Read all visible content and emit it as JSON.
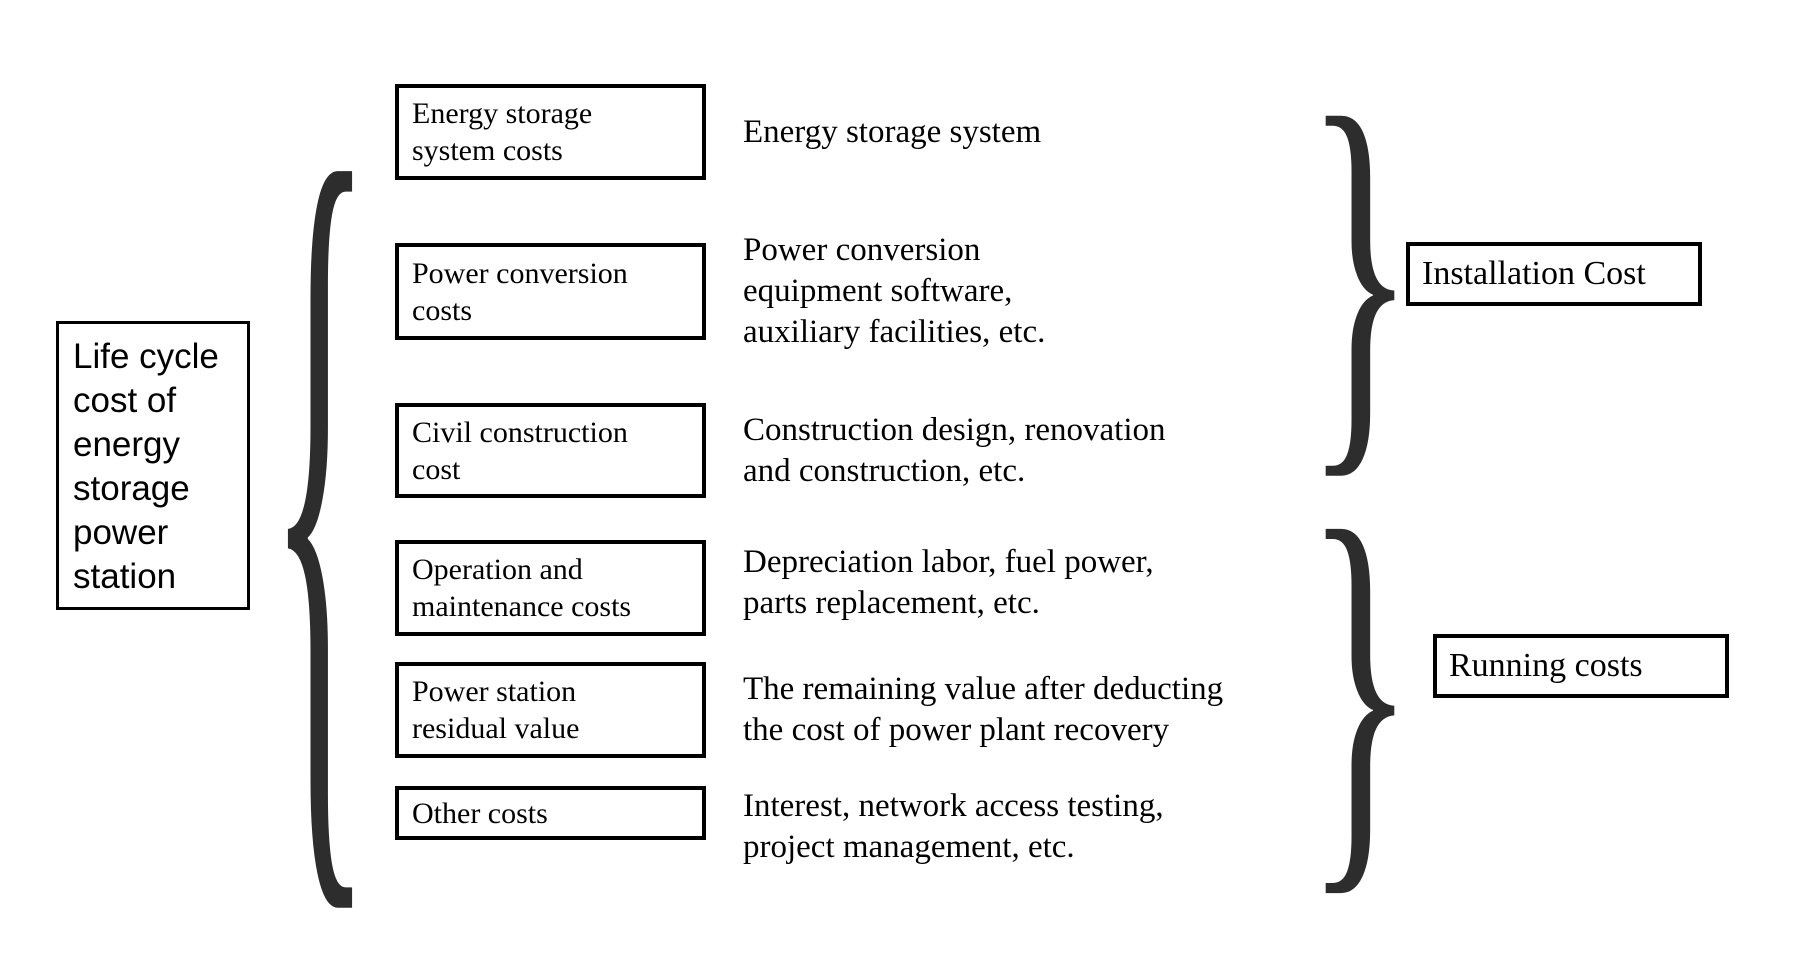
{
  "diagram": {
    "root": {
      "label": "Life cycle\ncost of\nenergy\nstorage\npower\nstation"
    },
    "items": [
      {
        "box": "Energy storage\nsystem costs",
        "desc": "Energy storage system"
      },
      {
        "box": "Power conversion\ncosts",
        "desc": "Power conversion\nequipment software,\nauxiliary facilities, etc."
      },
      {
        "box": "Civil construction\ncost",
        "desc": "Construction design, renovation\nand construction, etc."
      },
      {
        "box": "Operation and\nmaintenance costs",
        "desc": "Depreciation labor, fuel power,\nparts replacement, etc."
      },
      {
        "box": "Power station\nresidual value",
        "desc": "The remaining value after deducting\nthe cost of power plant recovery"
      },
      {
        "box": "Other costs",
        "desc": "Interest, network access testing,\nproject management, etc."
      }
    ],
    "groups": [
      {
        "label": "Installation Cost"
      },
      {
        "label": "Running costs"
      }
    ],
    "icons": {
      "left_brace": "{",
      "right_brace": "}"
    },
    "colors": {
      "background": "#ffffff",
      "line": "#000000",
      "brace": "#2d2d2d"
    }
  }
}
